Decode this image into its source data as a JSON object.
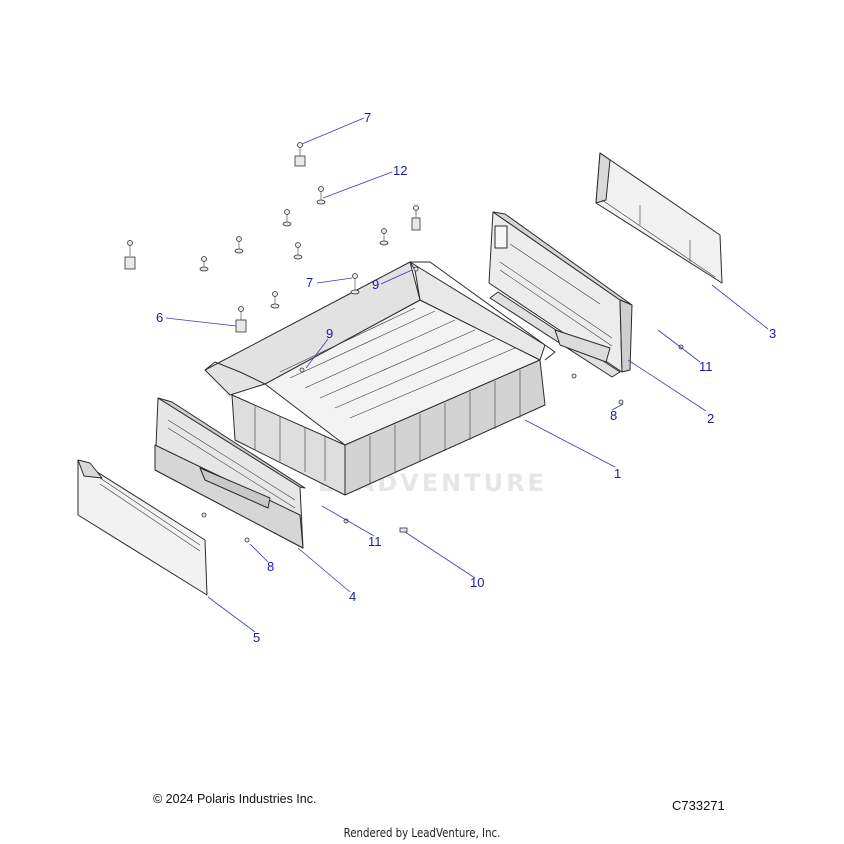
{
  "callouts": [
    {
      "label": "1"
    },
    {
      "label": "2"
    },
    {
      "label": "3"
    },
    {
      "label": "4"
    },
    {
      "label": "5"
    },
    {
      "label": "6"
    },
    {
      "label": "7"
    },
    {
      "label": "7"
    },
    {
      "label": "8"
    },
    {
      "label": "8"
    },
    {
      "label": "9"
    },
    {
      "label": "9"
    },
    {
      "label": "10"
    },
    {
      "label": "11"
    },
    {
      "label": "11"
    },
    {
      "label": "12"
    }
  ],
  "footer": {
    "copyright": "© 2024 Polaris Industries Inc.",
    "part_number": "C733271",
    "rendered_by": "Rendered by LeadVenture, Inc."
  },
  "watermark": "LEADVENTURE",
  "colors": {
    "callout": "#1a1aa6",
    "leader": "#3a3ac0"
  }
}
